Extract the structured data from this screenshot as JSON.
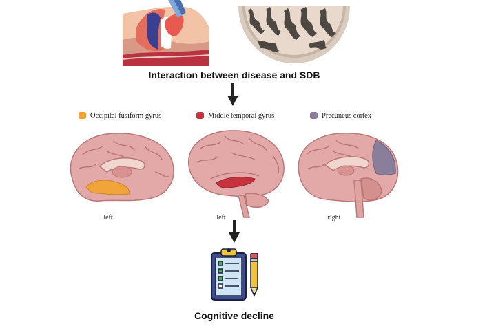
{
  "top_title": "Interaction between disease and SDB",
  "bottom_title": "Cognitive decline",
  "legend": [
    {
      "label": "Occipital fusiform gyrus",
      "color": "#f0a43a"
    },
    {
      "label": "Middle temporal gyrus",
      "color": "#c8323c"
    },
    {
      "label": "Precuneus cortex",
      "color": "#8a7f9a"
    }
  ],
  "brain_sides": [
    "left",
    "left",
    "right"
  ],
  "icons": [
    "sleep-apnea-airway-icon",
    "brain-section-icon",
    "down-arrow-icon",
    "brain-medial-icon",
    "brain-lateral-icon",
    "clipboard-checklist-icon",
    "pencil-icon"
  ]
}
